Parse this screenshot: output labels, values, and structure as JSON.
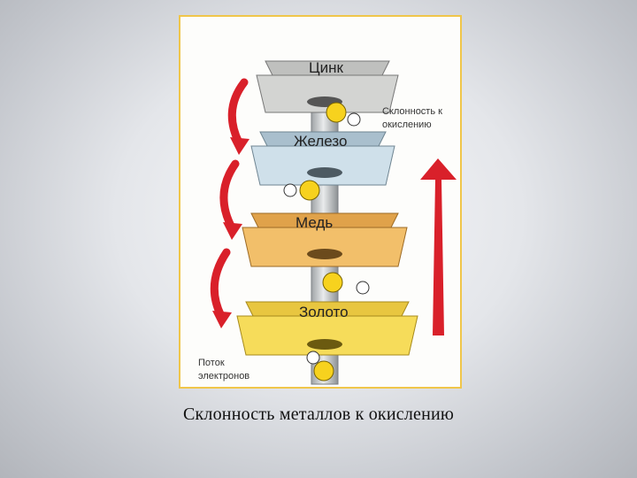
{
  "figure": {
    "plates": [
      {
        "label": "Цинк",
        "color": "#d3d4d2"
      },
      {
        "label": "Железо",
        "color": "#cfe0ea"
      },
      {
        "label": "Медь",
        "color": "#f2bf6a"
      },
      {
        "label": "Золото",
        "color": "#f6dc5a"
      }
    ],
    "oxidation_note": [
      "Склонность к",
      "окислению"
    ],
    "electron_flow_note": [
      "Поток",
      "электронов"
    ],
    "arrow_color": "#d9202a",
    "border_color": "#f0c64a"
  },
  "caption": "Склонность металлов к окислению"
}
